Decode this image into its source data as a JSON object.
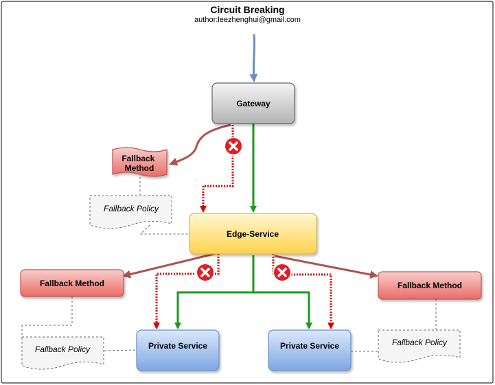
{
  "diagram": {
    "title": "Circuit Breaking",
    "author": "author:leezhenghui@gmail.com",
    "nodes": {
      "gateway": "Gateway",
      "edge_service": "Edge-Service",
      "fallback_method_top": "Fallback\nMethod",
      "fallback_method_left": "Fallback Method",
      "fallback_method_right": "Fallback Method",
      "private_service_left": "Private Service",
      "private_service_right": "Private Service",
      "fallback_policy_top": "Fallback Policy",
      "fallback_policy_left": "Fallback Policy",
      "fallback_policy_right": "Fallback Policy"
    },
    "colors": {
      "success_path": "#1a9a1a",
      "broken_path": "#e00000",
      "fallback_path": "#b05050",
      "entry_arrow": "#6c8ebf",
      "gateway_fill": "#d6d6d6",
      "edge_fill": "#ffe680",
      "fallback_fill": "#f19c99",
      "private_fill": "#a9c4eb",
      "breaker_icon": "#e51c23"
    },
    "icons": [
      "circuit-open-x-icon",
      "circuit-open-x-icon",
      "circuit-open-x-icon"
    ]
  }
}
